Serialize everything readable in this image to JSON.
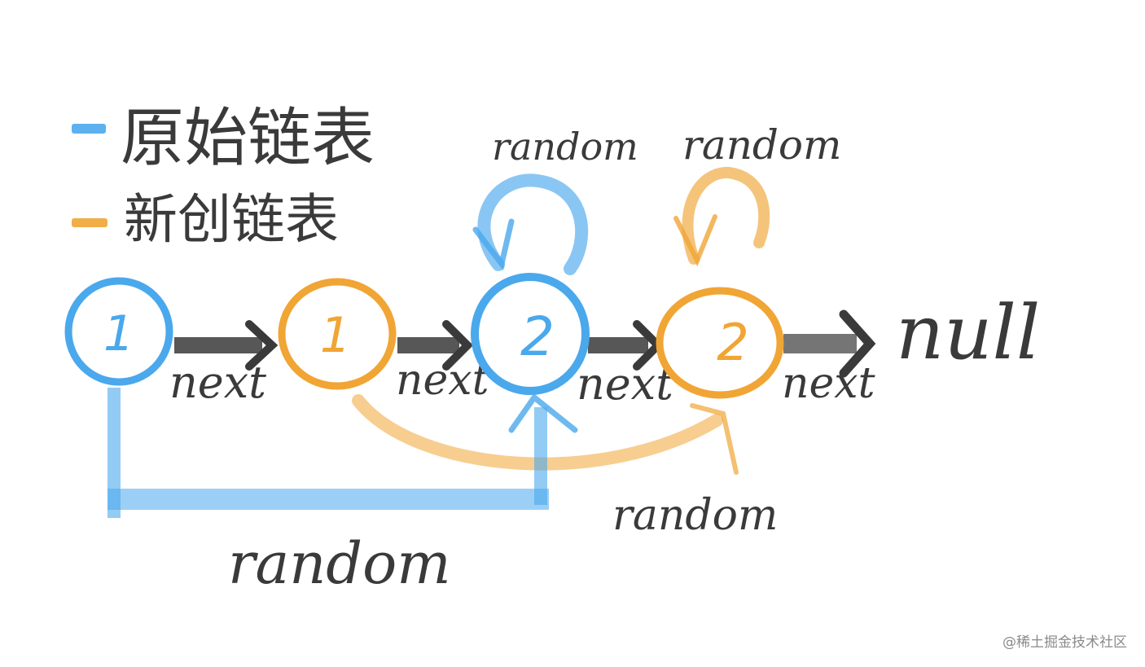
{
  "legend": {
    "original": {
      "label": "原始链表",
      "color": "#4aa8ec"
    },
    "created": {
      "label": "新创链表",
      "color": "#f0a534"
    }
  },
  "nodes": [
    {
      "value": "1",
      "list": "original"
    },
    {
      "value": "1",
      "list": "created"
    },
    {
      "value": "2",
      "list": "original"
    },
    {
      "value": "2",
      "list": "created"
    }
  ],
  "edges": {
    "next_label": "next",
    "random_label": "random",
    "terminal": "null"
  },
  "colors": {
    "ink": "#3a3a3a",
    "original": "#4aa8ec",
    "created": "#f0a534"
  },
  "watermark": "@稀土掘金技术社区"
}
